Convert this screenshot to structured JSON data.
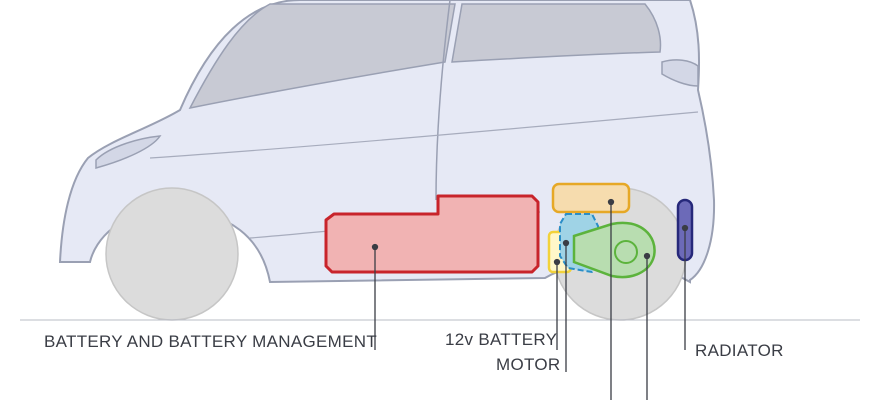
{
  "labels": {
    "battery_management": "BATTERY AND BATTERY MANAGEMENT",
    "battery_12v": "12v BATTERY",
    "motor": "MOTOR",
    "radiator": "RADIATOR"
  },
  "colors": {
    "body_fill": "#e6e9f5",
    "body_stroke": "#9aa0b3",
    "window_fill": "#c8cad4",
    "wheel_fill": "#dcdcdc",
    "battery_fill": "#f1b3b3",
    "battery_stroke": "#c8242b",
    "battery_12v_stroke": "#f2d23a",
    "motor_fill": "#9fd3e6",
    "motor_stroke": "#2a8ec8",
    "gearbox_fill": "#b8ddb0",
    "gearbox_stroke": "#5cb33c",
    "controller_fill": "#f6dcae",
    "controller_stroke": "#e6a826",
    "radiator_fill": "#6c6ab8",
    "radiator_stroke": "#26287a",
    "leader_line": "#3a3d45"
  }
}
